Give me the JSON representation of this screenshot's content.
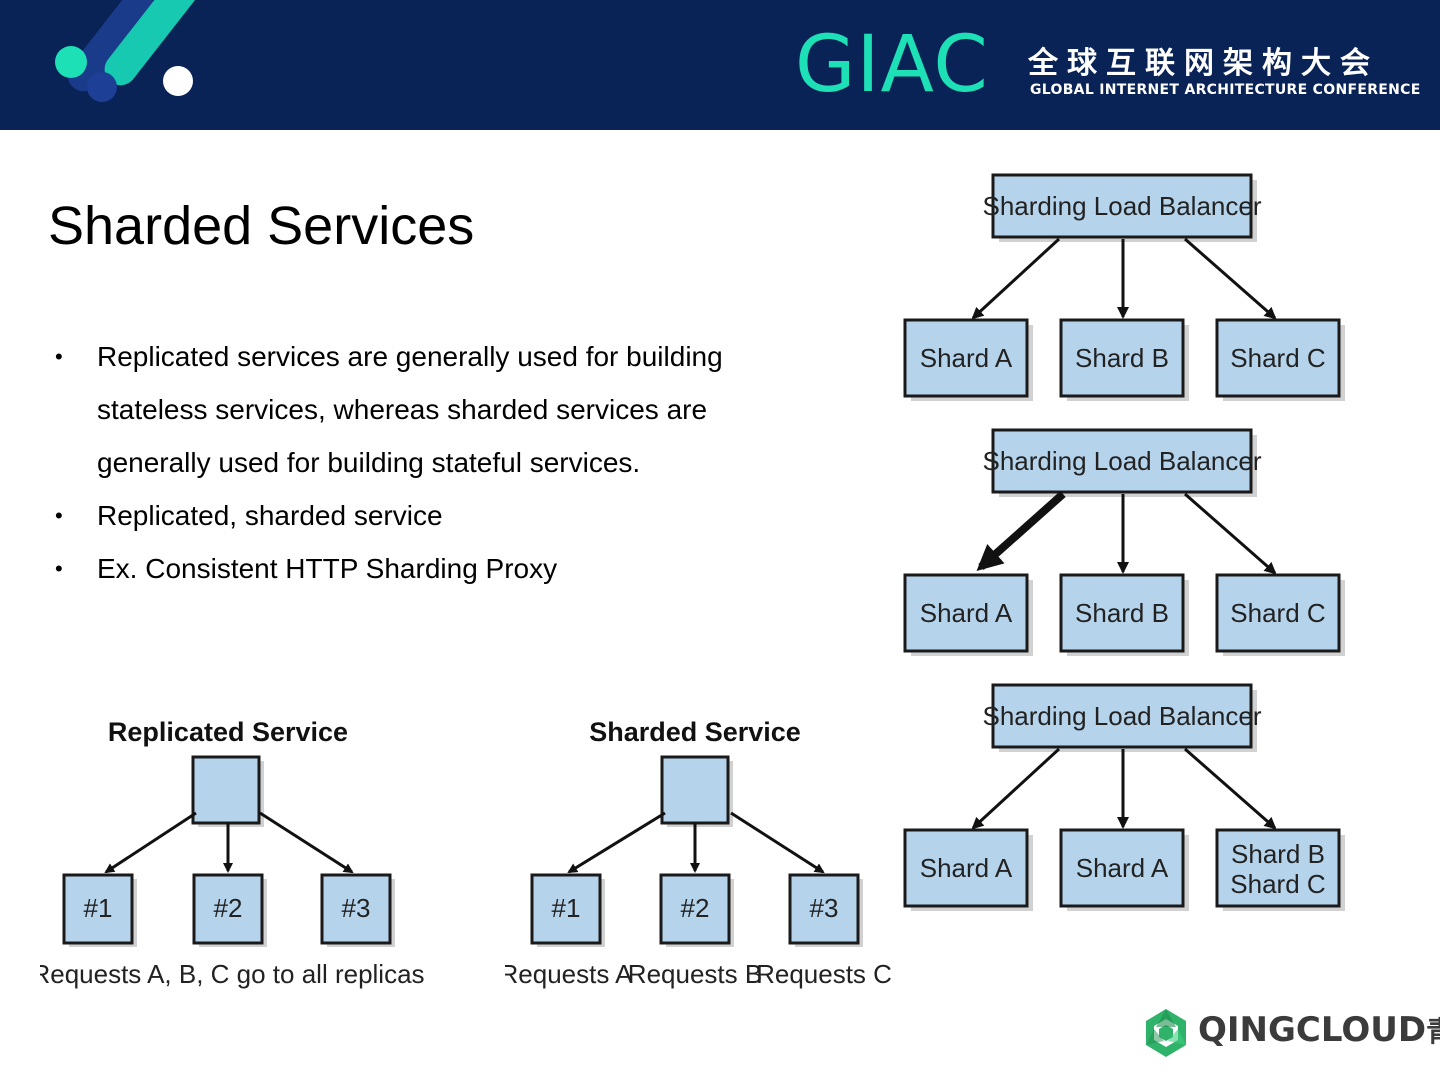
{
  "header": {
    "logo_text": "GIAC",
    "conference_cn": "全球互联网架构大会",
    "conference_en": "GLOBAL INTERNET ARCHITECTURE CONFERENCE"
  },
  "title": "Sharded Services",
  "bullets": [
    "Replicated services are generally used for building stateless services, whereas sharded services are generally used for building stateful services.",
    "Replicated, sharded service",
    "Ex. Consistent HTTP Sharding Proxy"
  ],
  "bullet_glyph": "•",
  "replicated_diagram": {
    "title": "Replicated Service",
    "nodes": [
      "#1",
      "#2",
      "#3"
    ],
    "caption": "Requests A, B, C go to all replicas"
  },
  "sharded_diagram": {
    "title": "Sharded Service",
    "nodes": [
      "#1",
      "#2",
      "#3"
    ],
    "captions": [
      "Requests A",
      "Requests B",
      "Requests C"
    ]
  },
  "load_balancer_diagrams": [
    {
      "balancer": "Sharding Load Balancer",
      "shards": [
        [
          "Shard A"
        ],
        [
          "Shard B"
        ],
        [
          "Shard C"
        ]
      ]
    },
    {
      "balancer": "Sharding Load Balancer",
      "shards": [
        [
          "Shard A"
        ],
        [
          "Shard B"
        ],
        [
          "Shard C"
        ]
      ]
    },
    {
      "balancer": "Sharding Load Balancer",
      "shards": [
        [
          "Shard A"
        ],
        [
          "Shard A"
        ],
        [
          "Shard B",
          "Shard C"
        ]
      ]
    }
  ],
  "footer": {
    "brand": "QINGCLOUD",
    "brand_cn": "青云"
  },
  "colors": {
    "header_bg": "#0a2356",
    "accent": "#1ee0b6",
    "box_fill": "#b5d4ec",
    "footer_green": "#2fb36a"
  }
}
